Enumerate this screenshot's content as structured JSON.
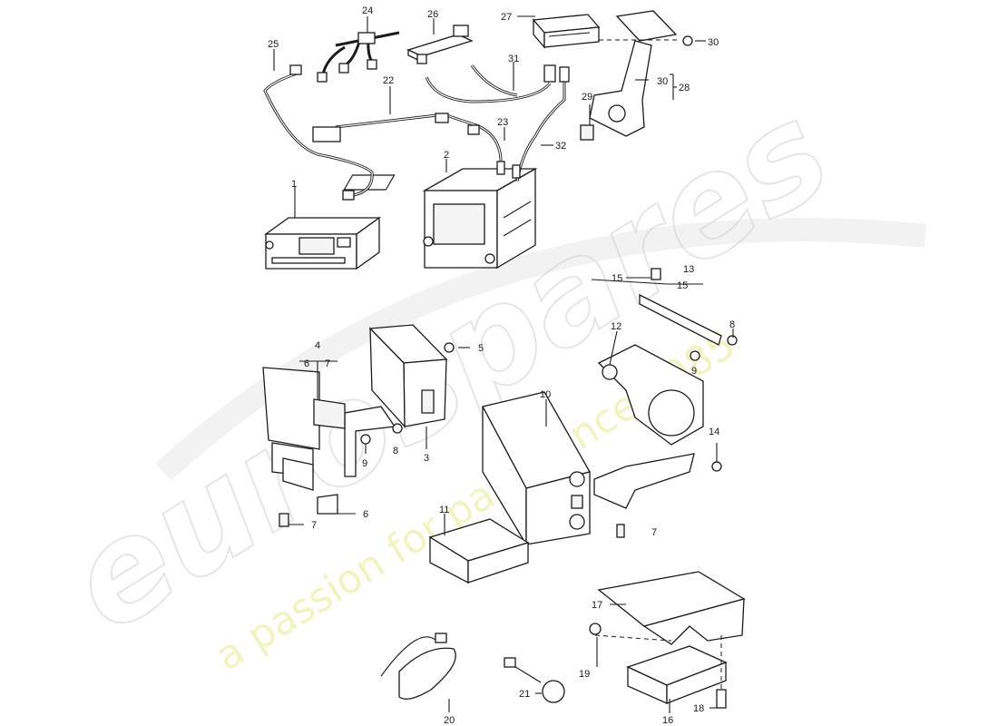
{
  "watermark": {
    "brand": "eurospares",
    "tagline": "a passion for parts since 1985"
  },
  "callouts": [
    "1",
    "2",
    "3",
    "4",
    "5",
    "6",
    "7",
    "8",
    "9",
    "10",
    "11",
    "12",
    "13",
    "14",
    "15",
    "16",
    "17",
    "18",
    "19",
    "20",
    "21",
    "22",
    "23",
    "24",
    "25",
    "26",
    "27",
    "28",
    "29",
    "30",
    "31",
    "32"
  ],
  "palette": {
    "ink": "#1a1a1a",
    "watermark_grey": "#d0d0d0",
    "watermark_yellow": "#eef0a8"
  }
}
